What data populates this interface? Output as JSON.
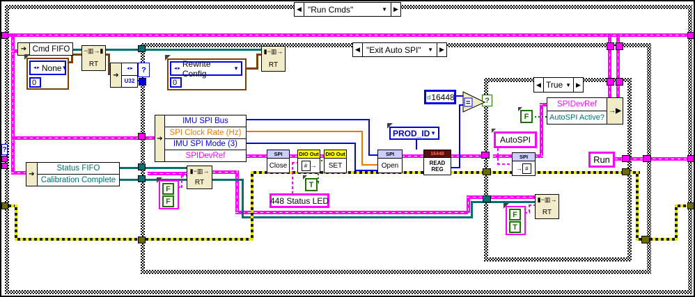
{
  "cases": {
    "outer_label": "\"Run Cmds\"",
    "exit_label": "\"Exit Auto SPI\"",
    "true_label": "True",
    "selector_glyph": "?"
  },
  "constants": {
    "cmd_fifo": "Cmd FIFO",
    "none_enum": "None",
    "none_value": "0",
    "rewrite_enum": "Rewrite Config",
    "rewrite_value": "0",
    "prod_id": "PROD_ID",
    "reg_radix": "d",
    "reg_value": "16448",
    "autospi": "AutoSPI",
    "status_led": "448 Status LED",
    "run": "Run",
    "bool_true": "T",
    "bool_false": "F"
  },
  "clusters": {
    "status_rows": [
      "Status FIFO",
      "Calibration Complete"
    ],
    "imu_rows": [
      "IMU SPI Bus",
      "SPI Clock Rate (Hz)",
      "IMU SPI Mode (3)",
      "SPIDevRef"
    ],
    "bundle_rows": [
      "SPIDevRef",
      "AutoSPI Active?"
    ]
  },
  "nodes": {
    "rt_label": "RT",
    "u32_label": "U32",
    "spi_header": "SPI",
    "dio_header": "DIO Out",
    "close": "Close",
    "open": "Open",
    "set": "SET",
    "read_reg_header": "16448",
    "read_line1": "READ",
    "read_line2": "REG",
    "equals": "="
  },
  "icons": {
    "fifo_arrow": "➔",
    "dropdown": "▼",
    "case_prev": "◀",
    "case_next": "▶",
    "rt_fifo": "−▥→",
    "block": "▮",
    "enum_incdec": "◄►",
    "hash": "#",
    "arrow_right": "→",
    "bundle_arrow": "→▶"
  },
  "colors": {
    "wire_cluster": "#FF00FF",
    "wire_refnum": "#007070",
    "wire_int": "#0000E8",
    "wire_float": "#E87800",
    "wire_typedef": "#7A4000",
    "wire_error": "#8A8A00",
    "wire_bool": "#007800",
    "header_spi": "#CCCCFF",
    "header_dio": "#FFFF00",
    "header_reg": "#5A1010",
    "node_fill": "#F2EBC8"
  }
}
